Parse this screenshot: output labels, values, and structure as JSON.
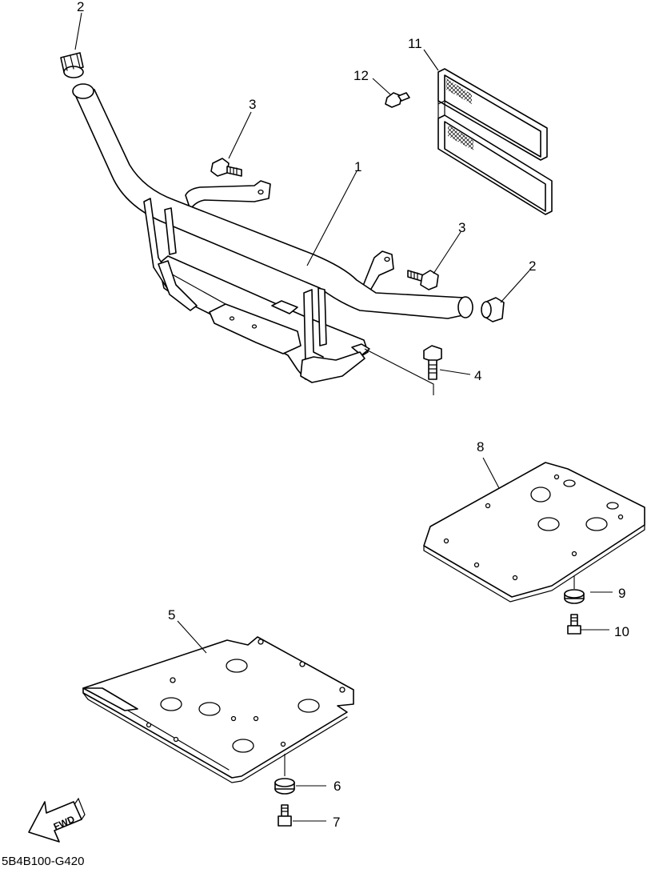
{
  "callouts": [
    {
      "id": "c1",
      "text": "1"
    },
    {
      "id": "c2a",
      "text": "2"
    },
    {
      "id": "c2b",
      "text": "2"
    },
    {
      "id": "c3a",
      "text": "3"
    },
    {
      "id": "c3b",
      "text": "3"
    },
    {
      "id": "c4",
      "text": "4"
    },
    {
      "id": "c5",
      "text": "5"
    },
    {
      "id": "c6",
      "text": "6"
    },
    {
      "id": "c7",
      "text": "7"
    },
    {
      "id": "c8",
      "text": "8"
    },
    {
      "id": "c9",
      "text": "9"
    },
    {
      "id": "c10",
      "text": "10"
    },
    {
      "id": "c11",
      "text": "11"
    },
    {
      "id": "c12",
      "text": "12"
    }
  ],
  "fwd_label": "FWD",
  "diagram_code": "5B4B100-G420"
}
